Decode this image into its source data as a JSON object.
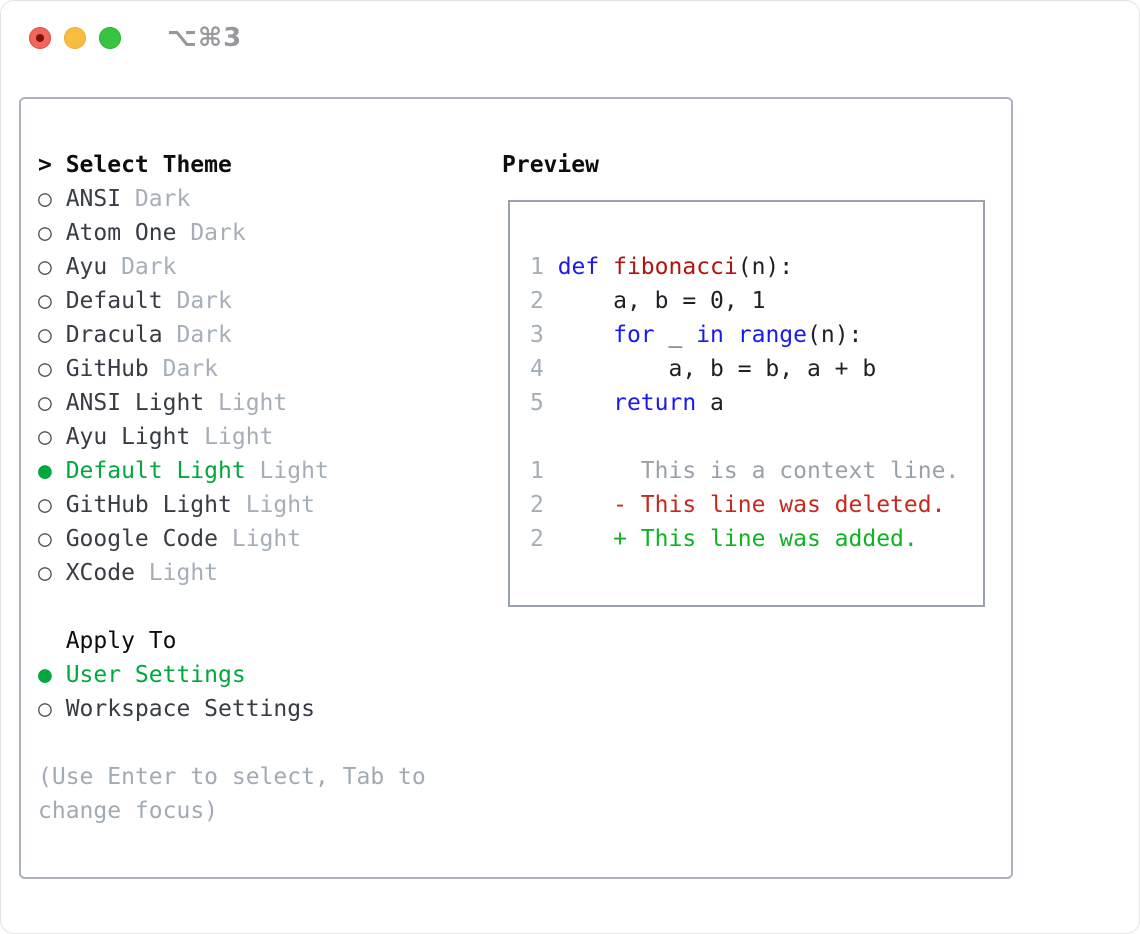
{
  "window": {
    "title": "⌥⌘3"
  },
  "titlebar": {
    "buttons": [
      "close",
      "minimize",
      "zoom"
    ]
  },
  "colors": {
    "selected_green": "#00a83e",
    "keyword_blue": "#1a1aee",
    "function_red": "#b01410",
    "deleted_red": "#c8281e",
    "added_green": "#0fb324",
    "muted_gray": "#a6aeb8",
    "border_gray": "#9aa2ae",
    "traffic_red": "#f3655b",
    "traffic_yellow": "#f8bd3f",
    "traffic_green": "#38c440"
  },
  "theme_panel": {
    "header_prefix": ">",
    "header": "Select Theme",
    "items": [
      {
        "name": "ANSI",
        "badge": "Dark",
        "selected": false
      },
      {
        "name": "Atom One",
        "badge": "Dark",
        "selected": false
      },
      {
        "name": "Ayu",
        "badge": "Dark",
        "selected": false
      },
      {
        "name": "Default",
        "badge": "Dark",
        "selected": false
      },
      {
        "name": "Dracula",
        "badge": "Dark",
        "selected": false
      },
      {
        "name": "GitHub",
        "badge": "Dark",
        "selected": false
      },
      {
        "name": "ANSI Light",
        "badge": "Light",
        "selected": false
      },
      {
        "name": "Ayu Light",
        "badge": "Light",
        "selected": false
      },
      {
        "name": "Default Light",
        "badge": "Light",
        "selected": true
      },
      {
        "name": "GitHub Light",
        "badge": "Light",
        "selected": false
      },
      {
        "name": "Google Code",
        "badge": "Light",
        "selected": false
      },
      {
        "name": "XCode",
        "badge": "Light",
        "selected": false
      }
    ],
    "apply_to": {
      "header": "Apply To",
      "options": [
        {
          "name": "User Settings",
          "selected": true
        },
        {
          "name": "Workspace Settings",
          "selected": false
        }
      ]
    },
    "help_lines": [
      "(Use Enter to select, Tab to",
      "change focus)"
    ]
  },
  "preview": {
    "header": "Preview",
    "code_lines": [
      {
        "num": "1",
        "tokens": [
          {
            "t": "def",
            "c": "kw"
          },
          {
            "t": " ",
            "c": "pl"
          },
          {
            "t": "fibonacci",
            "c": "fn"
          },
          {
            "t": "(n):",
            "c": "pl"
          }
        ]
      },
      {
        "num": "2",
        "tokens": [
          {
            "t": "    a, b = 0, 1",
            "c": "pl"
          }
        ]
      },
      {
        "num": "3",
        "tokens": [
          {
            "t": "    ",
            "c": "pl"
          },
          {
            "t": "for",
            "c": "kw"
          },
          {
            "t": " _ ",
            "c": "pl"
          },
          {
            "t": "in",
            "c": "kw"
          },
          {
            "t": " ",
            "c": "pl"
          },
          {
            "t": "range",
            "c": "kw"
          },
          {
            "t": "(n):",
            "c": "pl"
          }
        ]
      },
      {
        "num": "4",
        "tokens": [
          {
            "t": "        a, b = b, a + b",
            "c": "pl"
          }
        ]
      },
      {
        "num": "5",
        "tokens": [
          {
            "t": "    ",
            "c": "pl"
          },
          {
            "t": "return",
            "c": "kw"
          },
          {
            "t": " a",
            "c": "pl"
          }
        ]
      }
    ],
    "diff_lines": [
      {
        "num": "1",
        "tokens": [
          {
            "t": "      This is a context line.",
            "c": "ctx"
          }
        ]
      },
      {
        "num": "2",
        "tokens": [
          {
            "t": "    ",
            "c": "pl"
          },
          {
            "t": "- This line was deleted.",
            "c": "del"
          }
        ]
      },
      {
        "num": "2",
        "tokens": [
          {
            "t": "    ",
            "c": "pl"
          },
          {
            "t": "+ This line was added.",
            "c": "add"
          }
        ]
      }
    ]
  }
}
